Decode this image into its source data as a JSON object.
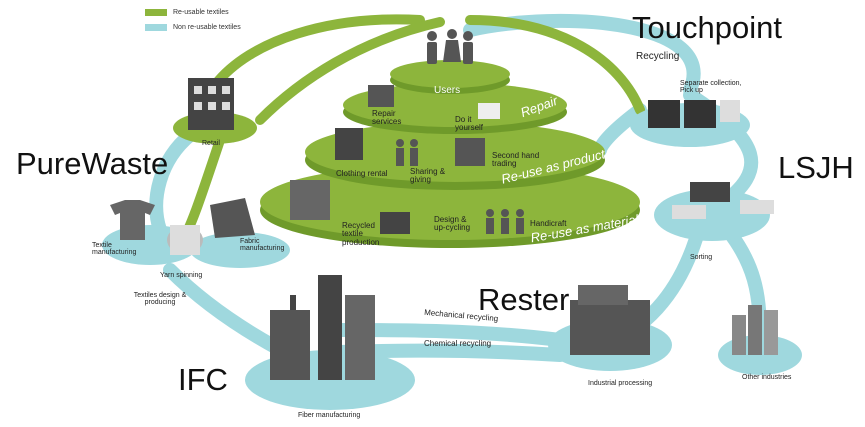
{
  "legend": {
    "reusable": {
      "label": "Re-usable textiles",
      "color": "#8db53c"
    },
    "nonreusable": {
      "label": "Non re-usable textiles",
      "color": "#9fd8de"
    }
  },
  "overlay_labels": {
    "touchpoint": "Touchpoint",
    "purewaste": "PureWaste",
    "lsjh": "LSJH",
    "rester": "Rester",
    "ifc": "IFC"
  },
  "tiers": {
    "users": "Users",
    "repair": "Repair",
    "reuse_product": "Re-use as product",
    "reuse_material": "Re-use as material"
  },
  "tier_items": {
    "repair_services": "Repair services",
    "do_it_yourself": "Do it yourself",
    "clothing_rental": "Clothing rental",
    "sharing_giving": "Sharing & giving",
    "second_hand": "Second hand trading",
    "recycled_textile": "Recycled textile production",
    "design_upcycling": "Design & up-cycling",
    "handicraft": "Handicraft"
  },
  "nodes": {
    "recycling": "Recycling",
    "separate_collection": "Separate collection, Pick up",
    "retail": "Retail",
    "textile_manufacturing": "Textile manufacturing",
    "yarn_spinning": "Yarn spinning",
    "fabric_manufacturing": "Fabric manufacturing",
    "textiles_design": "Textiles design & producing",
    "sorting": "Sorting",
    "mechanical_recycling": "Mechanical recycling",
    "chemical_recycling": "Chemical recycling",
    "industrial_processing": "Industrial processing",
    "other_industries": "Other industries",
    "fiber_manufacturing": "Fiber manufacturing"
  }
}
